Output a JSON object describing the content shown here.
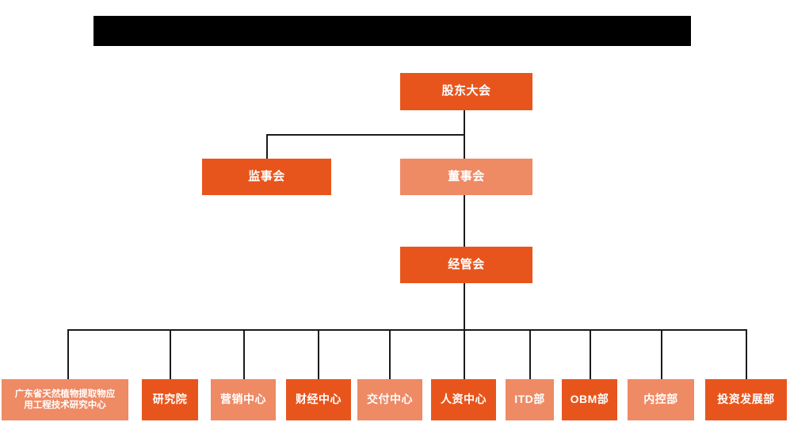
{
  "diagram": {
    "title_bar": {
      "name": "redacted-title-banner",
      "state": "redacted",
      "color": "#000000"
    },
    "palette": {
      "background": "#ffffff",
      "accent_dark": "#e8551c",
      "accent_light": "#ee8a64",
      "connector": "#1a1a1a",
      "label_text": "#ffffff"
    },
    "levels": [
      {
        "level": 1,
        "nodes": [
          {
            "id": "shareholders",
            "label": "股东大会",
            "tone": "dark"
          }
        ]
      },
      {
        "level": 2,
        "nodes": [
          {
            "id": "supervisors",
            "label": "监事会",
            "tone": "dark"
          },
          {
            "id": "directors",
            "label": "董事会",
            "tone": "light"
          }
        ]
      },
      {
        "level": 3,
        "nodes": [
          {
            "id": "management",
            "label": "经管会",
            "tone": "dark"
          }
        ]
      },
      {
        "level": 4,
        "nodes": [
          {
            "id": "eng-research-center",
            "label": "广东省天然植物提取物应\n用工程技术研究中心",
            "tone": "light"
          },
          {
            "id": "research-institute",
            "label": "研究院",
            "tone": "dark"
          },
          {
            "id": "marketing-center",
            "label": "营销中心",
            "tone": "light"
          },
          {
            "id": "finance-center",
            "label": "财经中心",
            "tone": "dark"
          },
          {
            "id": "delivery-center",
            "label": "交付中心",
            "tone": "light"
          },
          {
            "id": "hr-center",
            "label": "人资中心",
            "tone": "dark"
          },
          {
            "id": "itd-dept",
            "label": "ITD部",
            "tone": "light"
          },
          {
            "id": "obm-dept",
            "label": "OBM部",
            "tone": "dark"
          },
          {
            "id": "internal-control-dept",
            "label": "内控部",
            "tone": "light"
          },
          {
            "id": "investment-dev-dept",
            "label": "投资发展部",
            "tone": "dark"
          }
        ]
      }
    ]
  }
}
